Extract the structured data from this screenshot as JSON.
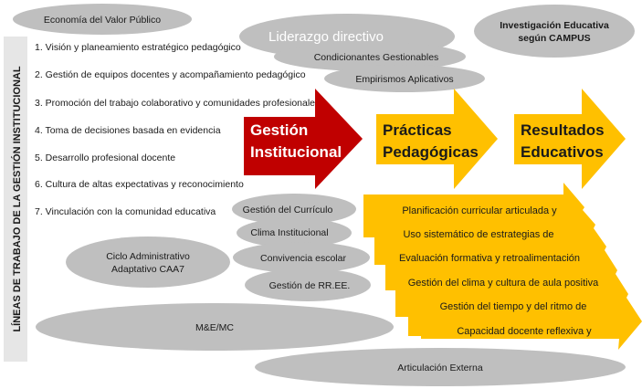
{
  "vertical_label": "LÍNEAS DE TRABAJO DE LA GESTIÓN INSTITUCIONAL",
  "ellipses": {
    "economia": "Economía del Valor Público",
    "liderazgo": "Liderazgo directivo",
    "condicionantes": "Condicionantes Gestionables",
    "empirismos": "Empirismos Aplicativos",
    "investigacion_1": "Investigación Educativa",
    "investigacion_2": "según CAMPUS",
    "curriculo": "Gestión del Currículo",
    "clima": "Clima Institucional",
    "convivencia": "Convivencia escolar",
    "rree": "Gestión de RR.EE.",
    "ciclo_1": "Ciclo Administrativo",
    "ciclo_2": "Adaptativo CAA7",
    "me": "M&E/MC",
    "articulacion": "Articulación Externa"
  },
  "lines": [
    "1. Visión y planeamiento estratégico pedagógico",
    "2. Gestión de equipos docentes y acompañamiento pedagógico",
    "3. Promoción del trabajo colaborativo y comunidades profesionales",
    "4. Toma de decisiones basada en evidencia",
    "5. Desarrollo profesional docente",
    "6. Cultura de altas expectativas y reconocimiento",
    "7. Vinculación con la comunidad educativa"
  ],
  "arrows": {
    "gestion_1": "Gestión",
    "gestion_2": "Institucional",
    "practicas_1": "Prácticas",
    "practicas_2": "Pedagógicas",
    "resultados_1": "Resultados",
    "resultados_2": "Educativos"
  },
  "practices": [
    "Planificación curricular articulada y",
    "Uso sistemático de estrategias de",
    "Evaluación formativa y retroalimentación",
    "Gestión del clima y cultura de aula positiva",
    "Gestión del tiempo y del ritmo de",
    "Capacidad docente reflexiva y"
  ],
  "colors": {
    "red": "#c00000",
    "yellow": "#ffc000",
    "gray": "#bfbfbf"
  }
}
